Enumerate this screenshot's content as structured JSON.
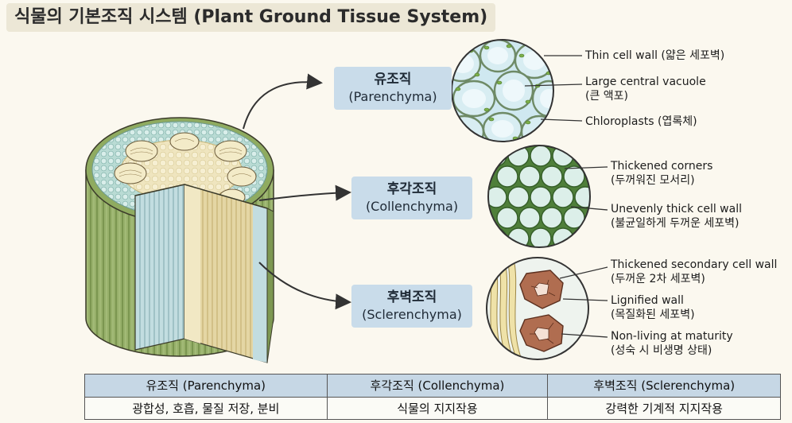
{
  "title": "식물의 기본조직 시스템 (Plant Ground Tissue System)",
  "tissues": [
    {
      "name_ko": "유조직",
      "name_en": "(Parenchyma)",
      "annotations": [
        {
          "en": "Thin cell wall (얇은 세포벽)",
          "ko": ""
        },
        {
          "en": "Large central vacuole",
          "ko": "(큰 액포)"
        },
        {
          "en": "Chloroplasts (엽록체)",
          "ko": ""
        }
      ]
    },
    {
      "name_ko": "후각조직",
      "name_en": "(Collenchyma)",
      "annotations": [
        {
          "en": "Thickened corners",
          "ko": "(두꺼워진 모서리)"
        },
        {
          "en": "Unevenly thick cell wall",
          "ko": "(불균일하게 두꺼운 세포벽)"
        }
      ]
    },
    {
      "name_ko": "후벽조직",
      "name_en": "(Sclerenchyma)",
      "annotations": [
        {
          "en": "Thickened secondary cell wall",
          "ko": "(두꺼운 2차 세포벽)"
        },
        {
          "en": "Lignified wall",
          "ko": "(목질화된 세포벽)"
        },
        {
          "en": "Non-living at maturity",
          "ko": "(성숙 시 비생명 상태)"
        }
      ]
    }
  ],
  "table": {
    "headers": [
      "유조직 (Parenchyma)",
      "후각조직 (Collenchyma)",
      "후벽조직 (Sclerenchyma)"
    ],
    "functions": [
      "광합성, 호흡, 물질 저장, 분비",
      "식물의 지지작용",
      "강력한 기계적 지지작용"
    ]
  },
  "colors": {
    "label_bg": "#c9dcea",
    "table_header_bg": "#c6d7e5",
    "cortex": "#a9cfc9",
    "pith": "#eee3bb",
    "bark": "#8aa35e",
    "chloroplast": "#7db04a",
    "sclereid": "#a8644a"
  }
}
